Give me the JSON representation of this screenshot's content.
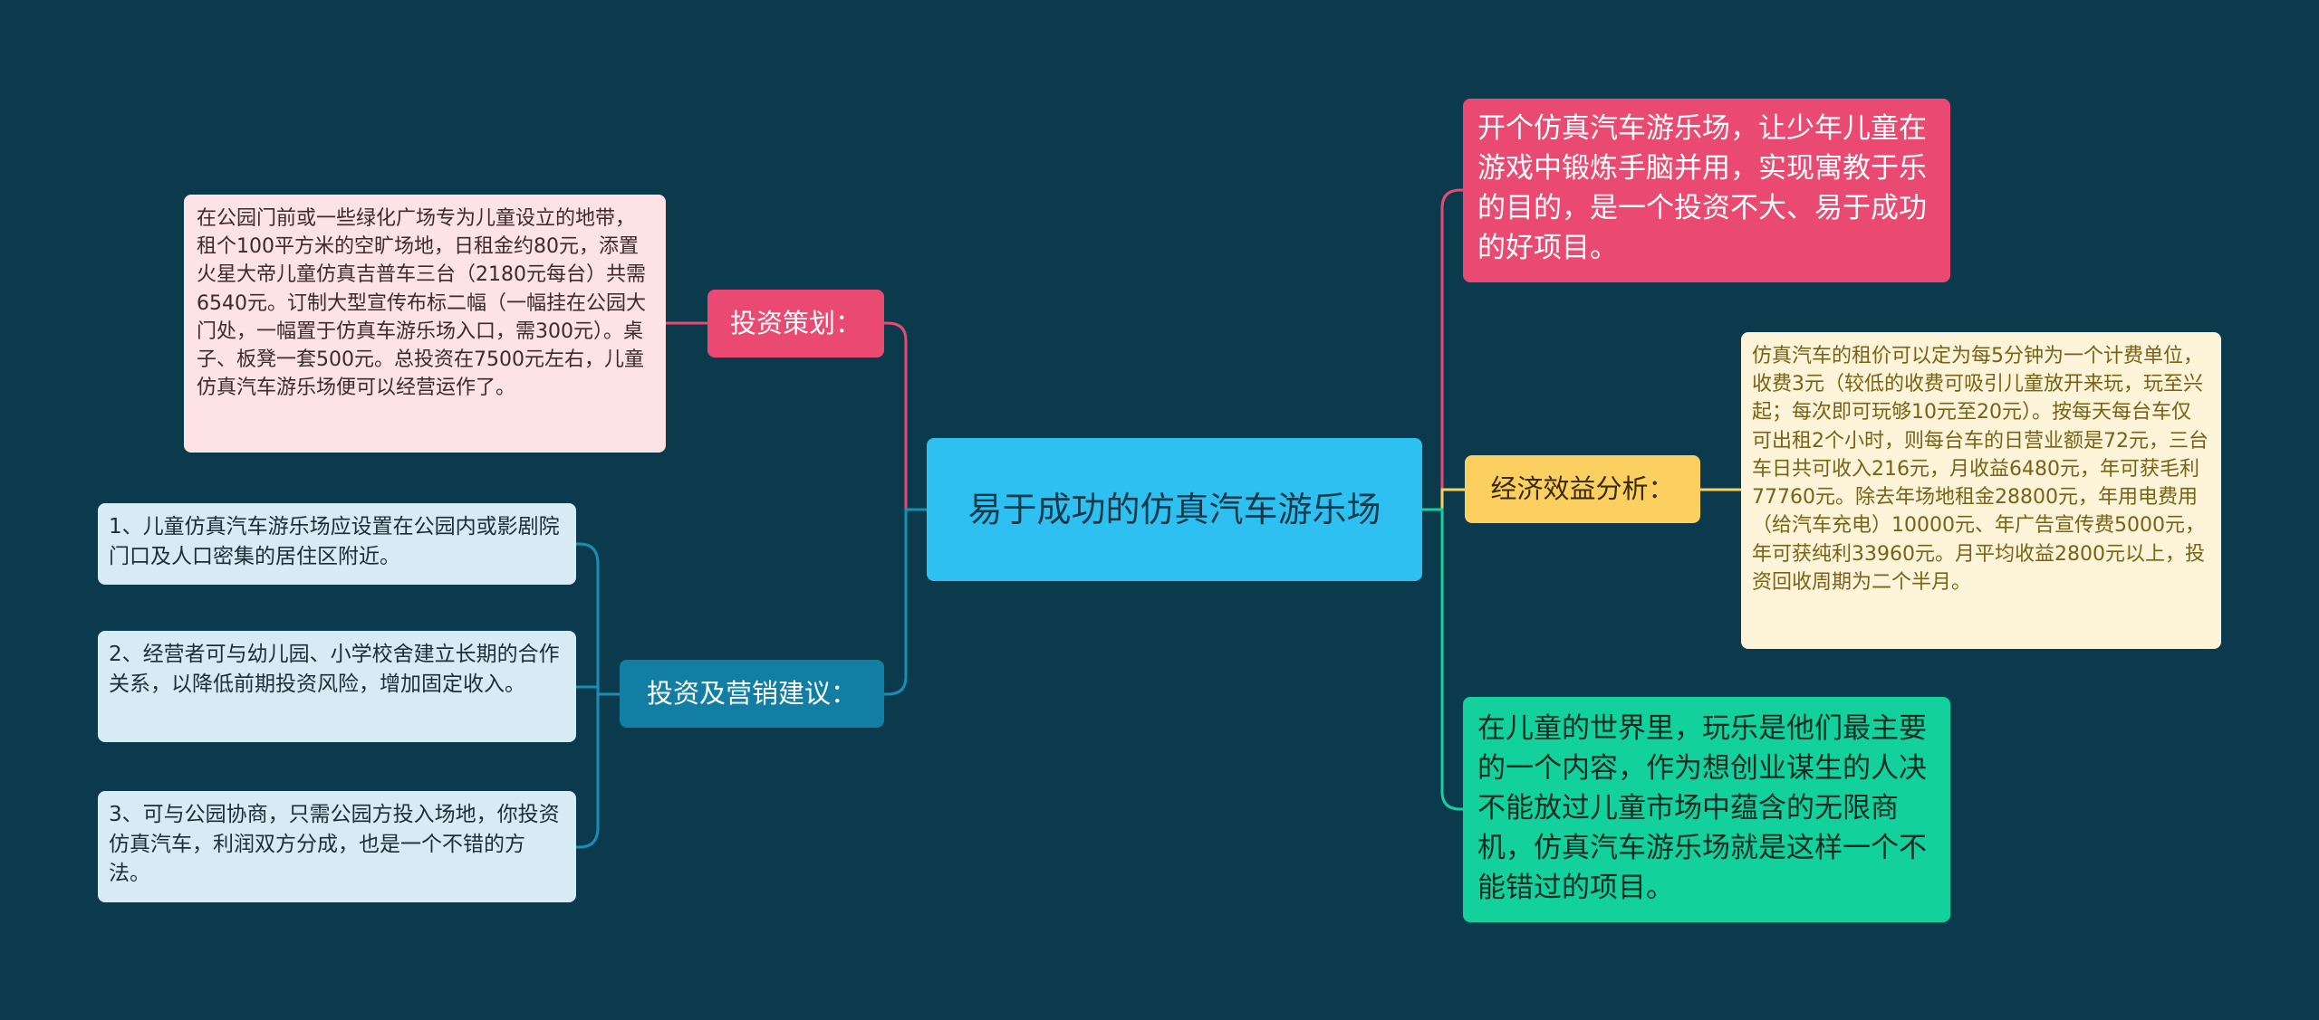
{
  "central": "易于成功的仿真汽车游乐场",
  "branches": {
    "invest_plan": {
      "label": "投资策划：",
      "text": "在公园门前或一些绿化广场专为儿童设立的地带，租个100平方米的空旷场地，日租金约80元，添置火星大帝儿童仿真吉普车三台（2180元每台）共需6540元。订制大型宣传布标二幅（一幅挂在公园大门处，一幅置于仿真车游乐场入口，需300元）。桌子、板凳一套500元。总投资在7500元左右，儿童仿真汽车游乐场便可以经营运作了。"
    },
    "suggestions": {
      "label": "投资及营销建议：",
      "items": [
        "1、儿童仿真汽车游乐场应设置在公园内或影剧院门口及人口密集的居住区附近。",
        "2、经营者可与幼儿园、小学校舍建立长期的合作关系，以降低前期投资风险，增加固定收入。",
        "3、可与公园协商，只需公园方投入场地，你投资仿真汽车，利润双方分成，也是一个不错的方法。"
      ]
    },
    "intro": {
      "text": "开个仿真汽车游乐场，让少年儿童在游戏中锻炼手脑并用，实现寓教于乐的目的，是一个投资不大、易于成功的好项目。"
    },
    "economic": {
      "label": "经济效益分析：",
      "text": "仿真汽车的租价可以定为每5分钟为一个计费单位，收费3元（较低的收费可吸引儿童放开来玩，玩至兴起；每次即可玩够10元至20元）。按每天每台车仅可出租2个小时，则每台车的日营业额是72元，三台车日共可收入216元，月收益6480元，年可获毛利77760元。除去年场地租金28800元，年用电费用（给汽车充电）10000元、年广告宣传费5000元，年可获纯利33960元。月平均收益2800元以上，投资回收周期为二个半月。"
    },
    "conclusion": {
      "text": "在儿童的世界里，玩乐是他们最主要的一个内容，作为想创业谋生的人决不能放过儿童市场中蕴含的无限商机，仿真汽车游乐场就是这样一个不能错过的项目。"
    }
  },
  "colors": {
    "background": "#0b3a4c",
    "center": "#2ec0f0",
    "pink": "#ea4a72",
    "pink_light": "#fde2e6",
    "blue_dark": "#137ea3",
    "blue_light": "#d6ebf3",
    "yellow": "#fbd061",
    "yellow_light": "#fdf4da",
    "green": "#12d19c"
  }
}
